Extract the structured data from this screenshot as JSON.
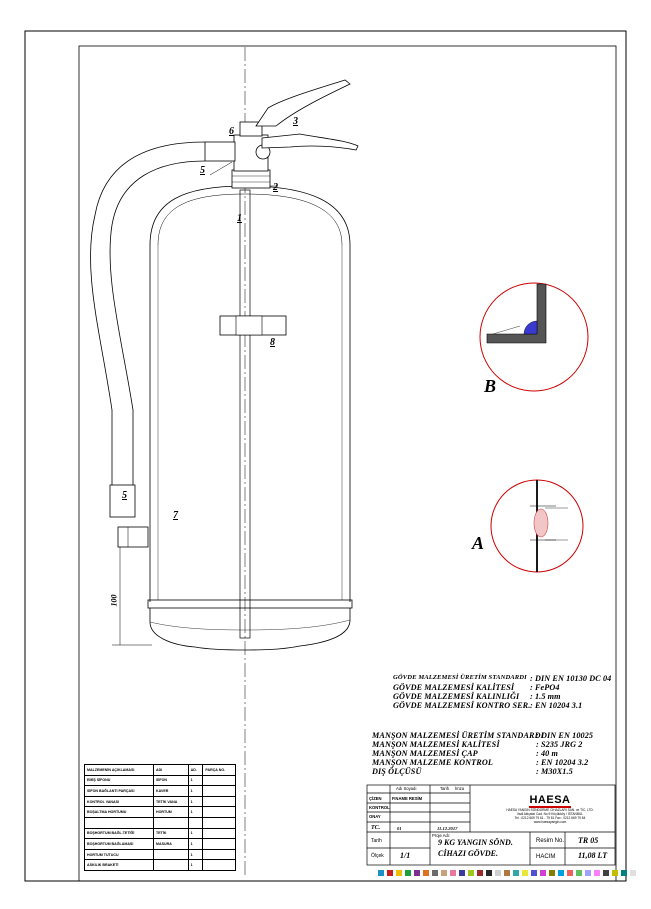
{
  "part_labels": {
    "p1": "1",
    "p2": "2",
    "p3": "3",
    "p5a": "5",
    "p5b": "5",
    "p6": "6",
    "p7": "7",
    "p8": "8",
    "dim100": "100"
  },
  "details": {
    "b": "B",
    "a": "A"
  },
  "body_specs": [
    {
      "label": "GÖVDE MALZEMESİ ÜRETİM STANDARDI",
      "value": ": DIN EN 10130  DC  04"
    },
    {
      "label": "GÖVDE MALZEMESİ KALİTESİ",
      "value": ": FePO4"
    },
    {
      "label": "GÖVDE MALZEMESİ KALINLIĞI",
      "value": ": 1.5 mm"
    },
    {
      "label": "GÖVDE MALZEMESİ KONTRO SER.",
      "value": ": EN 10204 3.1"
    }
  ],
  "sleeve_specs": [
    {
      "label": "MANŞON MALZEMESİ ÜRETİM STANDARDI",
      "value": ": DIN EN 10025"
    },
    {
      "label": "MANŞON MALZEMESİ KALİTESİ",
      "value": ": S235  JRG 2"
    },
    {
      "label": "MANŞON MALZEMESİ ÇAP",
      "value": ": 40  m"
    },
    {
      "label": "MANŞON MALZEME KONTROL",
      "value": ": EN 10204 3.2"
    },
    {
      "label": "DIŞ ÖLÇÜSÜ",
      "value": ": M30X1.5"
    }
  ],
  "parts_table": {
    "headers": [
      "MALZEMENİN AÇIKLAMASI",
      "ADI",
      "AD.",
      "PARÇA NO."
    ],
    "rows": [
      [
        "EMİŞ SİFONU",
        "SİFON",
        "1",
        ""
      ],
      [
        "SİFON BAĞLANTI PARÇASI",
        "KAVER",
        "1",
        ""
      ],
      [
        "KONTROL VANASI",
        "TETİK VANA",
        "1",
        ""
      ],
      [
        "BOŞALTMA HORTUMU",
        "HORTUM",
        "1",
        ""
      ],
      [
        "",
        "",
        "",
        ""
      ],
      [
        "BOŞHORTUM BAĞL.TETİĞİ",
        "TETİK",
        "1",
        ""
      ],
      [
        "BOŞHORTUM BAĞLAMASI",
        "MASURA",
        "1",
        ""
      ],
      [
        "HORTUM TUTUCU",
        "",
        "1",
        ""
      ],
      [
        "ASKILIK BRAKETİ",
        "",
        "1",
        ""
      ]
    ]
  },
  "title_block": {
    "col_adi": "Adı Soyadı",
    "col_tarih": "Tarih",
    "col_imza": "İmza",
    "row_cizen": "ÇİZEN",
    "row_kontrol": "KONTROL",
    "row_onay": "ONAY",
    "cizen_name": "P.NAME RESİM",
    "tc": "TC.",
    "rev": "01",
    "rev_date": "11.12.2017",
    "proje_adi_label": "Proje Adı:",
    "title_line1": "9  KG YANGIN SÖND.",
    "title_line2": "CİHAZI GÖVDE.",
    "tarih_label": "Tarih",
    "olcek_label": "Ölçek",
    "olcek_value": "1/1",
    "resim_no_label": "Resim No.",
    "resim_no_value": "TR 05",
    "hacim_label": "HACIM",
    "hacim_value": "11,08 LT",
    "logo_text": "HAESA",
    "company_line1": "HAESA YANGIN SÖNDÜRME CİHAZLARI SAN. ve TİC. LTD.",
    "company_line2": "Vadi Aklçalar Cad. No:9 Küçükköy / İSTANBUL",
    "company_line3": "Tel : 0212 669 79 61 - 79 81  Fax : 0212 669 79 84",
    "company_line4": "www.haesayangin.com"
  },
  "swatch_colors": [
    "#1e90c8",
    "#c81e1e",
    "#f0c000",
    "#1e9e3c",
    "#7b2f8f",
    "#e0701e",
    "#6a6a6a",
    "#c8a07a",
    "#e878a0",
    "#3c3c9e",
    "#9ec81e",
    "#a02828",
    "#282828",
    "#d0d0d0",
    "#b07840",
    "#30a8a8",
    "#e8e838",
    "#5050d0",
    "#d040d0",
    "#808000",
    "#00a0e0",
    "#f06060",
    "#60c060",
    "#a0a0ff",
    "#ff80ff",
    "#404040",
    "#c0c000",
    "#008080",
    "#e0e0e0"
  ]
}
